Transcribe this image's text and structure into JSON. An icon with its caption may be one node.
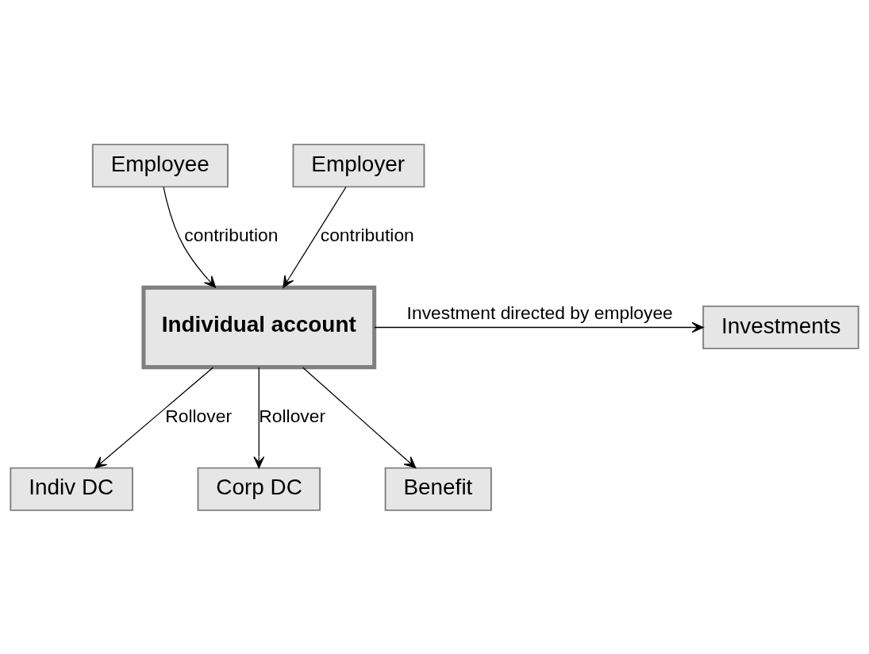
{
  "diagram": {
    "nodes": [
      {
        "text": [
          "Employee"
        ]
      },
      {
        "text": [
          "Employer"
        ]
      },
      {
        "text": [
          "Individual account"
        ]
      },
      {
        "text": [
          "Investments"
        ]
      },
      {
        "text": [
          "Indiv DC"
        ]
      },
      {
        "text": [
          "Corp DC"
        ]
      },
      {
        "text": [
          "Benefit"
        ]
      }
    ],
    "edges": [
      {
        "from": 0,
        "to": 2,
        "arrow": "to",
        "label": "contribution"
      },
      {
        "from": 1,
        "to": 2,
        "arrow": "to",
        "label": "contribution"
      },
      {
        "from": 2,
        "to": 3,
        "arrow": "to",
        "label": "Investment directed by employee"
      },
      {
        "from": 2,
        "to": 4,
        "arrow": "to",
        "label": "Rollover"
      },
      {
        "from": 2,
        "to": 5,
        "arrow": "to",
        "label": "Rollover"
      },
      {
        "from": 2,
        "to": 6,
        "arrow": "to"
      }
    ]
  }
}
